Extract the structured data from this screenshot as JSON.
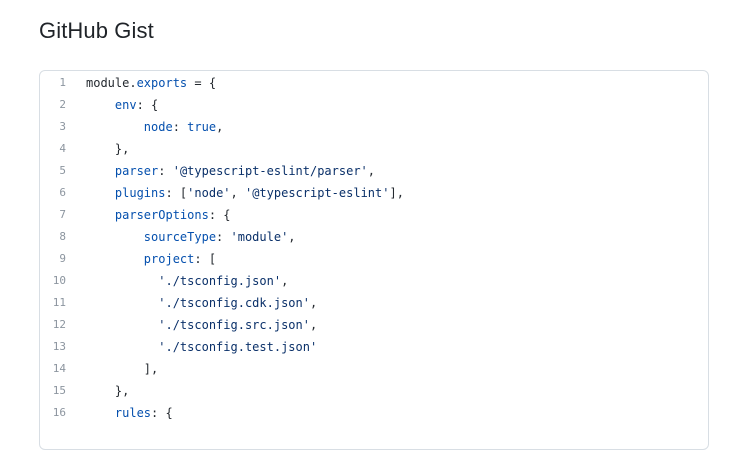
{
  "page": {
    "title": "GitHub Gist"
  },
  "gist": {
    "lines": [
      {
        "num": "1",
        "tokens": [
          {
            "t": "module.",
            "c": "plain"
          },
          {
            "t": "exports",
            "c": "prop"
          },
          {
            "t": " = {",
            "c": "plain"
          }
        ]
      },
      {
        "num": "2",
        "tokens": [
          {
            "t": "    ",
            "c": "plain"
          },
          {
            "t": "env",
            "c": "prop"
          },
          {
            "t": ": {",
            "c": "plain"
          }
        ]
      },
      {
        "num": "3",
        "tokens": [
          {
            "t": "        ",
            "c": "plain"
          },
          {
            "t": "node",
            "c": "prop"
          },
          {
            "t": ": ",
            "c": "plain"
          },
          {
            "t": "true",
            "c": "kw"
          },
          {
            "t": ",",
            "c": "plain"
          }
        ]
      },
      {
        "num": "4",
        "tokens": [
          {
            "t": "    },",
            "c": "plain"
          }
        ]
      },
      {
        "num": "5",
        "tokens": [
          {
            "t": "    ",
            "c": "plain"
          },
          {
            "t": "parser",
            "c": "prop"
          },
          {
            "t": ": ",
            "c": "plain"
          },
          {
            "t": "'@typescript-eslint/parser'",
            "c": "str"
          },
          {
            "t": ",",
            "c": "plain"
          }
        ]
      },
      {
        "num": "6",
        "tokens": [
          {
            "t": "    ",
            "c": "plain"
          },
          {
            "t": "plugins",
            "c": "prop"
          },
          {
            "t": ": [",
            "c": "plain"
          },
          {
            "t": "'node'",
            "c": "str"
          },
          {
            "t": ", ",
            "c": "plain"
          },
          {
            "t": "'@typescript-eslint'",
            "c": "str"
          },
          {
            "t": "],",
            "c": "plain"
          }
        ]
      },
      {
        "num": "7",
        "tokens": [
          {
            "t": "    ",
            "c": "plain"
          },
          {
            "t": "parserOptions",
            "c": "prop"
          },
          {
            "t": ": {",
            "c": "plain"
          }
        ]
      },
      {
        "num": "8",
        "tokens": [
          {
            "t": "        ",
            "c": "plain"
          },
          {
            "t": "sourceType",
            "c": "prop"
          },
          {
            "t": ": ",
            "c": "plain"
          },
          {
            "t": "'module'",
            "c": "str"
          },
          {
            "t": ",",
            "c": "plain"
          }
        ]
      },
      {
        "num": "9",
        "tokens": [
          {
            "t": "        ",
            "c": "plain"
          },
          {
            "t": "project",
            "c": "prop"
          },
          {
            "t": ": [",
            "c": "plain"
          }
        ]
      },
      {
        "num": "10",
        "tokens": [
          {
            "t": "          ",
            "c": "plain"
          },
          {
            "t": "'./tsconfig.json'",
            "c": "str"
          },
          {
            "t": ",",
            "c": "plain"
          }
        ]
      },
      {
        "num": "11",
        "tokens": [
          {
            "t": "          ",
            "c": "plain"
          },
          {
            "t": "'./tsconfig.cdk.json'",
            "c": "str"
          },
          {
            "t": ",",
            "c": "plain"
          }
        ]
      },
      {
        "num": "12",
        "tokens": [
          {
            "t": "          ",
            "c": "plain"
          },
          {
            "t": "'./tsconfig.src.json'",
            "c": "str"
          },
          {
            "t": ",",
            "c": "plain"
          }
        ]
      },
      {
        "num": "13",
        "tokens": [
          {
            "t": "          ",
            "c": "plain"
          },
          {
            "t": "'./tsconfig.test.json'",
            "c": "str"
          }
        ]
      },
      {
        "num": "14",
        "tokens": [
          {
            "t": "        ],",
            "c": "plain"
          }
        ]
      },
      {
        "num": "15",
        "tokens": [
          {
            "t": "    },",
            "c": "plain"
          }
        ]
      },
      {
        "num": "16",
        "tokens": [
          {
            "t": "    ",
            "c": "plain"
          },
          {
            "t": "rules",
            "c": "prop"
          },
          {
            "t": ": {",
            "c": "plain"
          }
        ]
      }
    ]
  },
  "colors": {
    "property": "#0550ae",
    "string": "#0a3069",
    "keyword": "#0550ae",
    "plain": "#24292f",
    "line_number": "#8c959f",
    "border": "#d8dee4"
  }
}
